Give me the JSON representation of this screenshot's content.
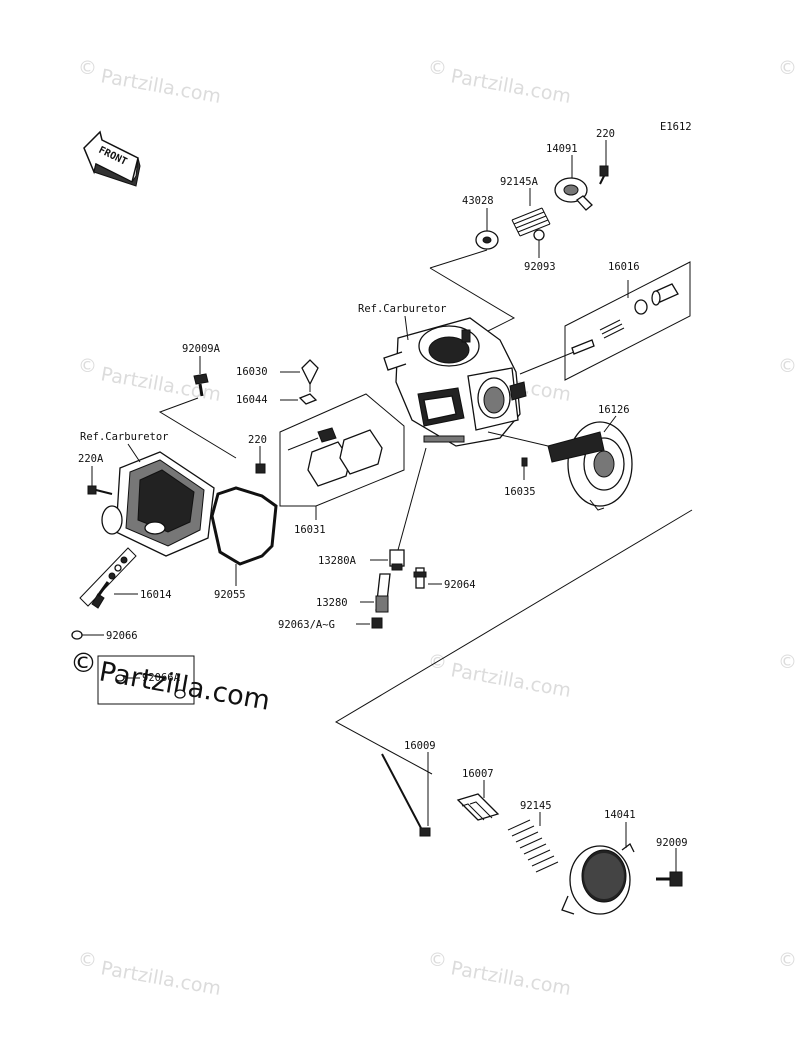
{
  "diagram_code": "E1612",
  "front_arrow_label": "FRONT",
  "watermark": {
    "text": "Partzilla.com",
    "symbol": "©"
  },
  "ref_labels": {
    "ref_carb_top": "Ref.Carburetor",
    "ref_carb_left": "Ref.Carburetor"
  },
  "parts": {
    "p220_top": "220",
    "p14091": "14091",
    "p92145A": "92145A",
    "p43028": "43028",
    "p92093": "92093",
    "p16016": "16016",
    "p92009A": "92009A",
    "p16030": "16030",
    "p16044": "16044",
    "p220_mid": "220",
    "p220A": "220A",
    "p16126": "16126",
    "p16035": "16035",
    "p16031": "16031",
    "p13280A": "13280A",
    "p92064": "92064",
    "p13280": "13280",
    "p92063": "92063/A~G",
    "p16014": "16014",
    "p92055": "92055",
    "p92066": "92066",
    "p92066A": "92066A",
    "p16009": "16009",
    "p16007": "16007",
    "p92145": "92145",
    "p14041": "14041",
    "p92009": "92009"
  }
}
